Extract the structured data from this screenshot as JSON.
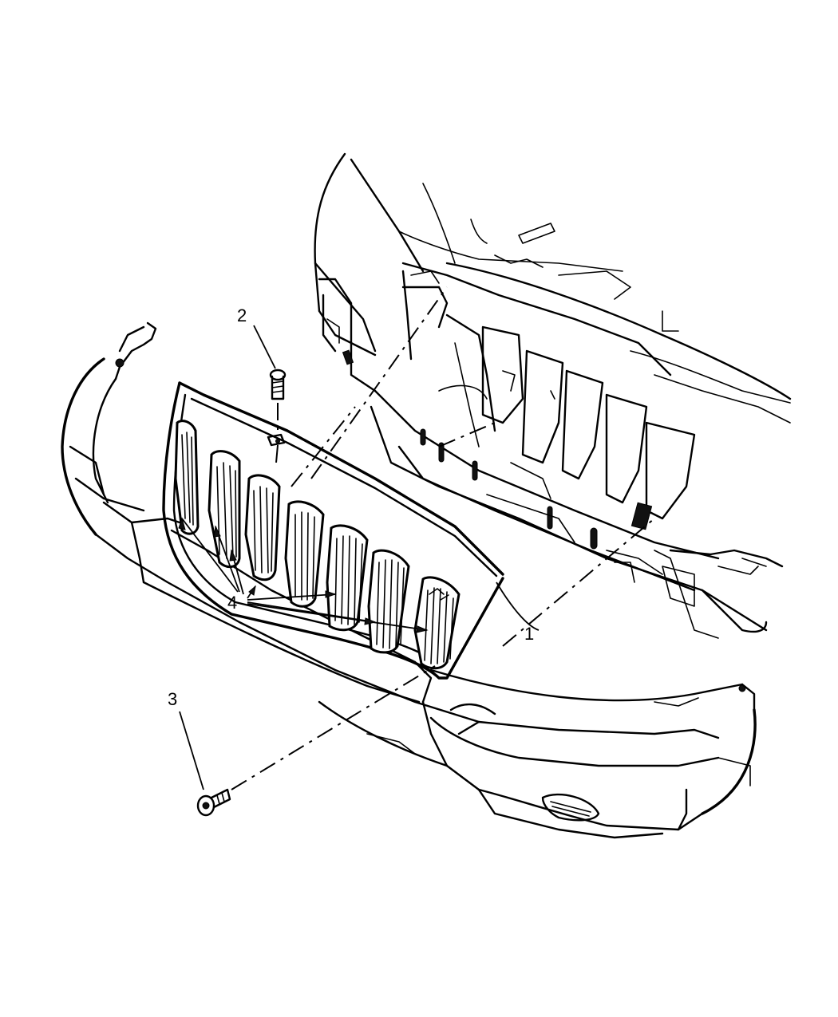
{
  "callouts": {
    "grille": "1",
    "top_screw": "2",
    "side_screw": "3",
    "inserts": "4"
  },
  "colors": {
    "line": "#000000",
    "background": "#ffffff"
  }
}
